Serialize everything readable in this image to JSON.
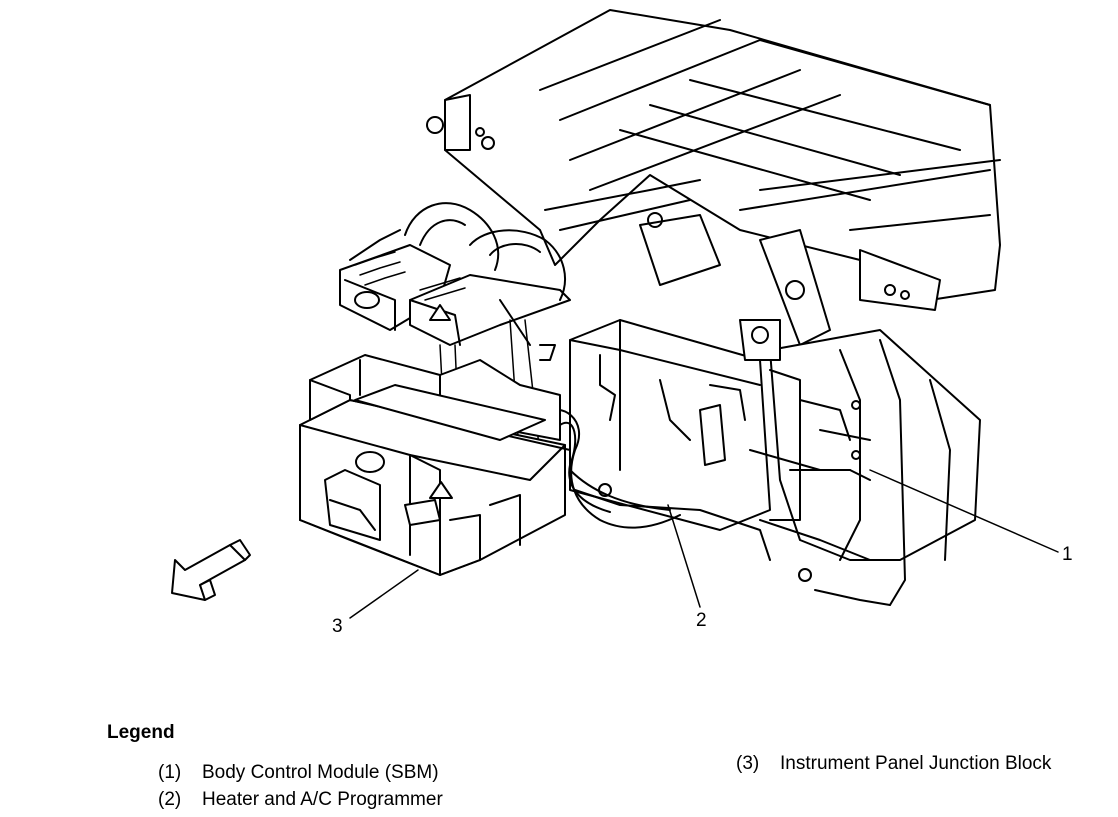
{
  "diagram": {
    "callouts": [
      "1",
      "2",
      "3"
    ]
  },
  "legend": {
    "title": "Legend",
    "items": [
      {
        "num": "(1)",
        "label": "Body Control Module (SBM)"
      },
      {
        "num": "(2)",
        "label": "Heater and A/C Programmer"
      },
      {
        "num": "(3)",
        "label": "Instrument Panel Junction Block"
      }
    ]
  }
}
